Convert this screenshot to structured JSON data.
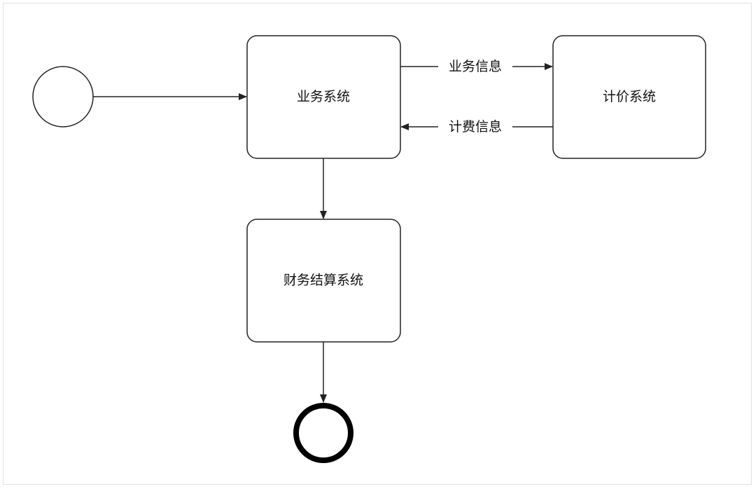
{
  "diagram": {
    "nodes": {
      "business": {
        "label": "业务系统"
      },
      "pricing": {
        "label": "计价系统"
      },
      "finance": {
        "label": "财务结算系统"
      }
    },
    "edges": {
      "business_to_pricing": {
        "label": "业务信息"
      },
      "pricing_to_business": {
        "label": "计费信息"
      }
    }
  },
  "colors": {
    "stroke": "#222222",
    "fill": "#ffffff",
    "text": "#111111"
  }
}
